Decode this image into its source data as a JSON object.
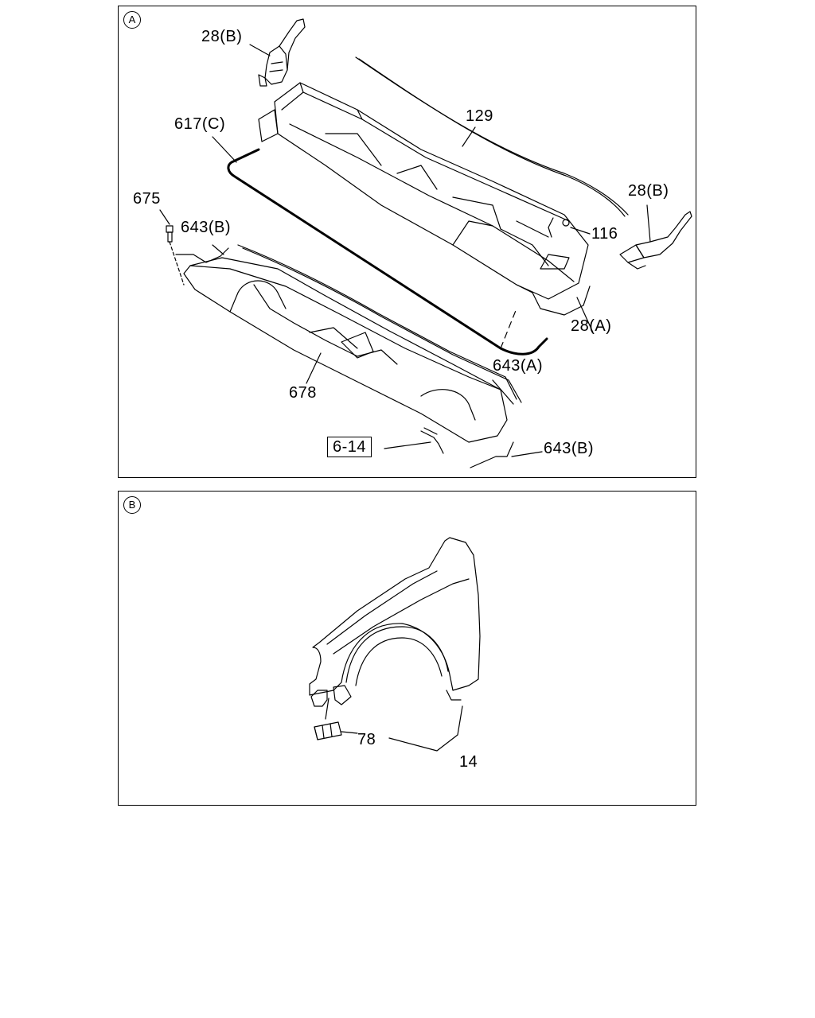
{
  "panels": [
    {
      "id": "A",
      "labels": {
        "l28b_top": "28(B)",
        "l617c": "617(C)",
        "l129": "129",
        "l675": "675",
        "l643b_left": "643(B)",
        "l28b_right": "28(B)",
        "l116": "116",
        "l28a": "28(A)",
        "l643a": "643(A)",
        "l678": "678",
        "l614": "6-14",
        "l643b_bottom": "643(B)"
      }
    },
    {
      "id": "B",
      "labels": {
        "l78": "78",
        "l14": "14"
      }
    }
  ]
}
